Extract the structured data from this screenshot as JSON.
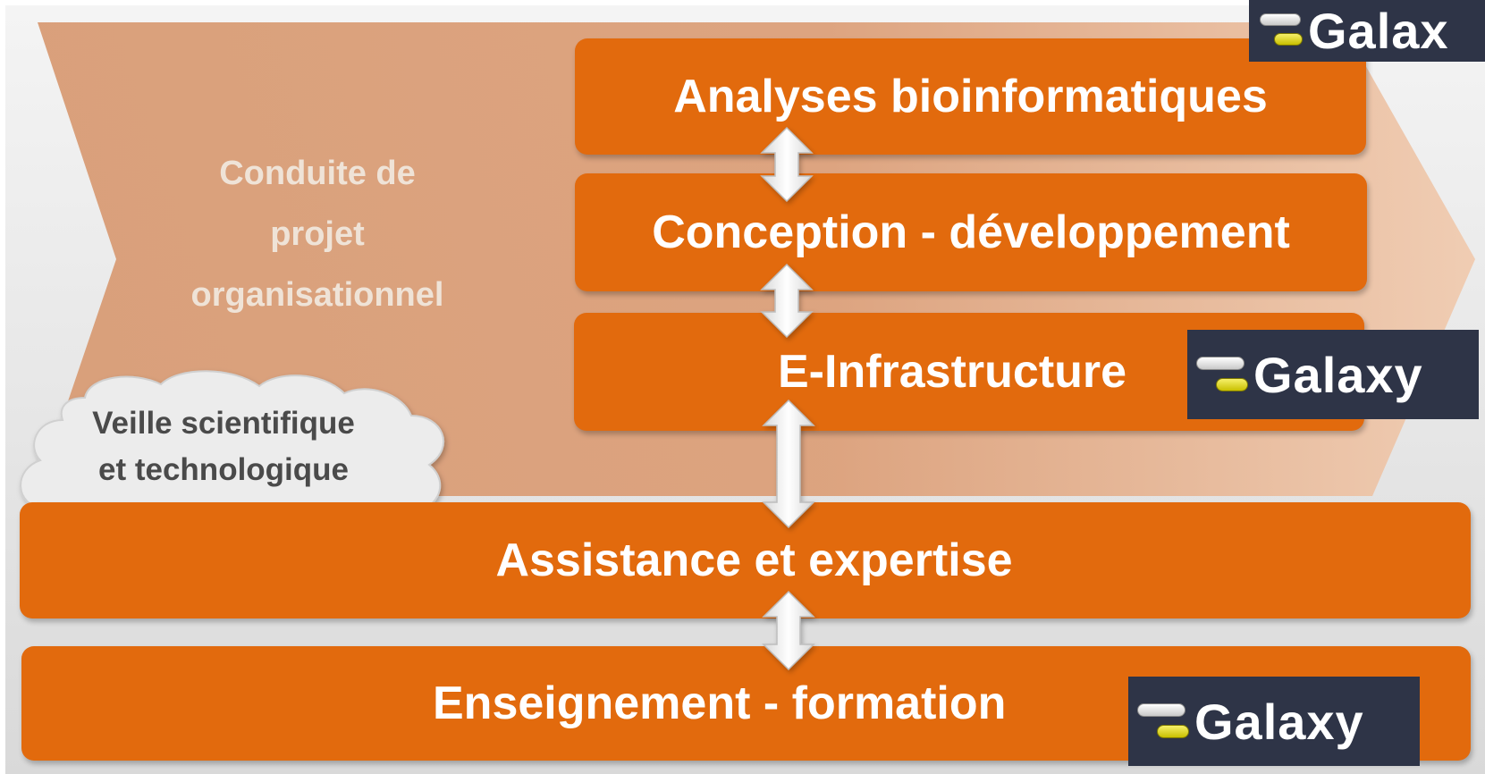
{
  "chevron": {
    "lines": [
      "Conduite de",
      "projet",
      "organisationnel"
    ]
  },
  "cloud": {
    "lines": [
      "Veille scientifique",
      "et technologique"
    ]
  },
  "boxes": {
    "analyses": "Analyses bioinformatiques",
    "conception": "Conception - développement",
    "infrastructure": "E-Infrastructure",
    "assistance": "Assistance et expertise",
    "enseignement": "Enseignement - formation"
  },
  "logos": {
    "top": "Galax",
    "infrastructure": "Galaxy",
    "enseignement": "Galaxy"
  },
  "colors": {
    "box": "#e26a0d",
    "chevron": "#d99b72",
    "arrow": "#f2f2f2",
    "logo_bg": "#2e3447"
  }
}
